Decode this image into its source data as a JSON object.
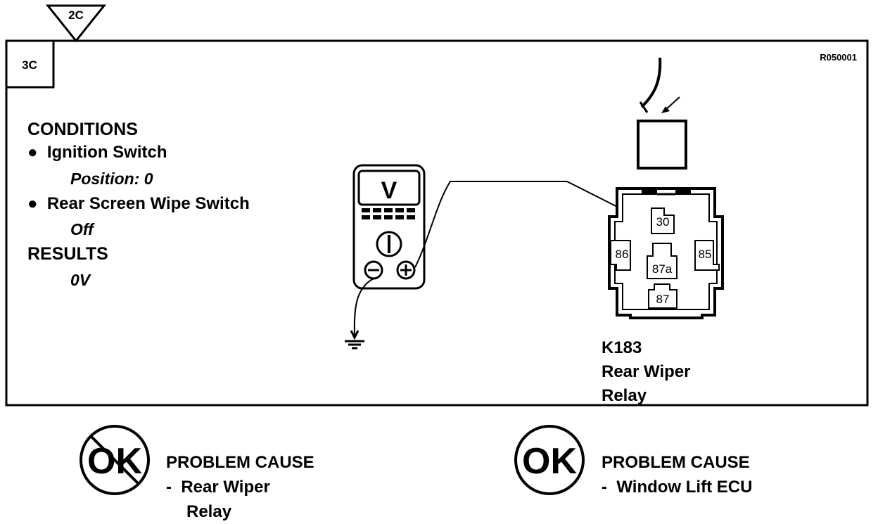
{
  "frame": {
    "top_tab": "2C",
    "step_box": "3C",
    "ref_code": "R050001"
  },
  "conditions": {
    "heading": "CONDITIONS",
    "items": [
      {
        "label": "Ignition Switch",
        "value": "Position: 0"
      },
      {
        "label": "Rear Screen Wipe Switch",
        "value": "Off"
      }
    ]
  },
  "results": {
    "heading": "RESULTS",
    "value": "0V"
  },
  "meter": {
    "display": "V"
  },
  "relay": {
    "pins": [
      "30",
      "86",
      "87a",
      "85",
      "87"
    ],
    "id": "K183",
    "name_line1": "Rear Wiper",
    "name_line2": "Relay"
  },
  "outcomes": [
    {
      "badge": "OK",
      "crossed": true,
      "heading": "PROBLEM CAUSE",
      "line1": "-  Rear Wiper",
      "line2": "Relay"
    },
    {
      "badge": "OK",
      "crossed": false,
      "heading": "PROBLEM CAUSE",
      "line1": "-  Window Lift ECU",
      "line2": ""
    }
  ]
}
